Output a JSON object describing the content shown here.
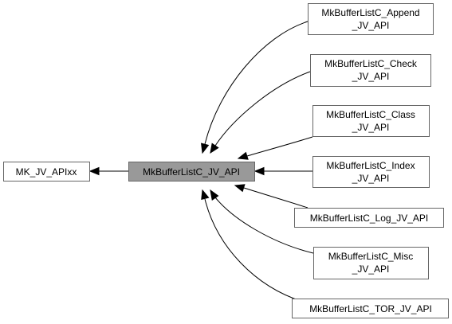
{
  "nodes": {
    "mk_jv_apixx": {
      "lines": [
        "MK_JV_APIxx"
      ]
    },
    "current": {
      "lines": [
        "MkBufferListC_JV_API"
      ]
    },
    "append": {
      "lines": [
        "MkBufferListC_Append",
        "_JV_API"
      ]
    },
    "check": {
      "lines": [
        "MkBufferListC_Check",
        "_JV_API"
      ]
    },
    "class": {
      "lines": [
        "MkBufferListC_Class",
        "_JV_API"
      ]
    },
    "index": {
      "lines": [
        "MkBufferListC_Index",
        "_JV_API"
      ]
    },
    "log": {
      "lines": [
        "MkBufferListC_Log_JV_API"
      ]
    },
    "misc": {
      "lines": [
        "MkBufferListC_Misc",
        "_JV_API"
      ]
    },
    "tor": {
      "lines": [
        "MkBufferListC_TOR_JV_API"
      ]
    }
  },
  "colors": {
    "current_fill": "#999999",
    "node_fill": "#ffffff",
    "node_border": "#666666",
    "edge": "#000000"
  }
}
